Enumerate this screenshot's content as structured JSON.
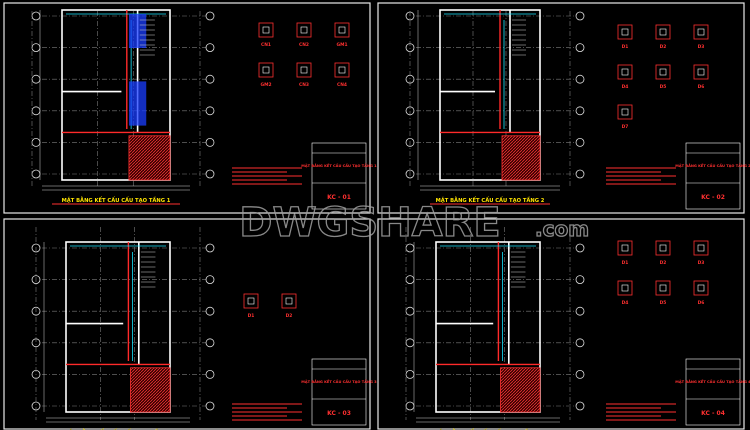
{
  "watermark": {
    "brand": "DWGSHARE",
    "suffix": ".com"
  },
  "colors": {
    "background": "#000000",
    "wall": "#ffffff",
    "annotation": "#ff3030",
    "highlight": "#ffe400",
    "beam": "#18e6ff",
    "fill": "#1a3dff"
  },
  "sheets": [
    {
      "title": "MẶT BẰNG KẾT CẤU CẤU TẠO TẦNG 1",
      "titleblock": {
        "heading": "MẶT BẰNG KẾT CẤU CẤU TẠO TẦNG 1",
        "code": "KC - 01"
      },
      "details": [
        "CN1",
        "CN2",
        "GM1",
        "GM2",
        "CN3",
        "CN4"
      ]
    },
    {
      "title": "MẶT BẰNG KẾT CẤU CẤU TẠO TẦNG 2",
      "titleblock": {
        "heading": "MẶT BẰNG KẾT CẤU CẤU TẠO TẦNG 2",
        "code": "KC - 02"
      },
      "details": [
        "D1",
        "D2",
        "D3",
        "D4",
        "D5",
        "D6",
        "D7"
      ]
    },
    {
      "title": "MẶT BẰNG KẾT CẤU CẤU TẠO TẦNG 3",
      "titleblock": {
        "heading": "MẶT BẰNG KẾT CẤU CẤU TẠO TẦNG 3",
        "code": "KC - 03"
      },
      "details": [
        "D1",
        "D2"
      ]
    },
    {
      "title": "MẶT BẰNG KẾT CẤU CẤU TẠO TẦNG 4",
      "titleblock": {
        "heading": "MẶT BẰNG KẾT CẤU CẤU TẠO TẦNG 4",
        "code": "KC - 04"
      },
      "details": [
        "D1",
        "D2",
        "D3",
        "D4",
        "D5",
        "D6"
      ]
    }
  ]
}
